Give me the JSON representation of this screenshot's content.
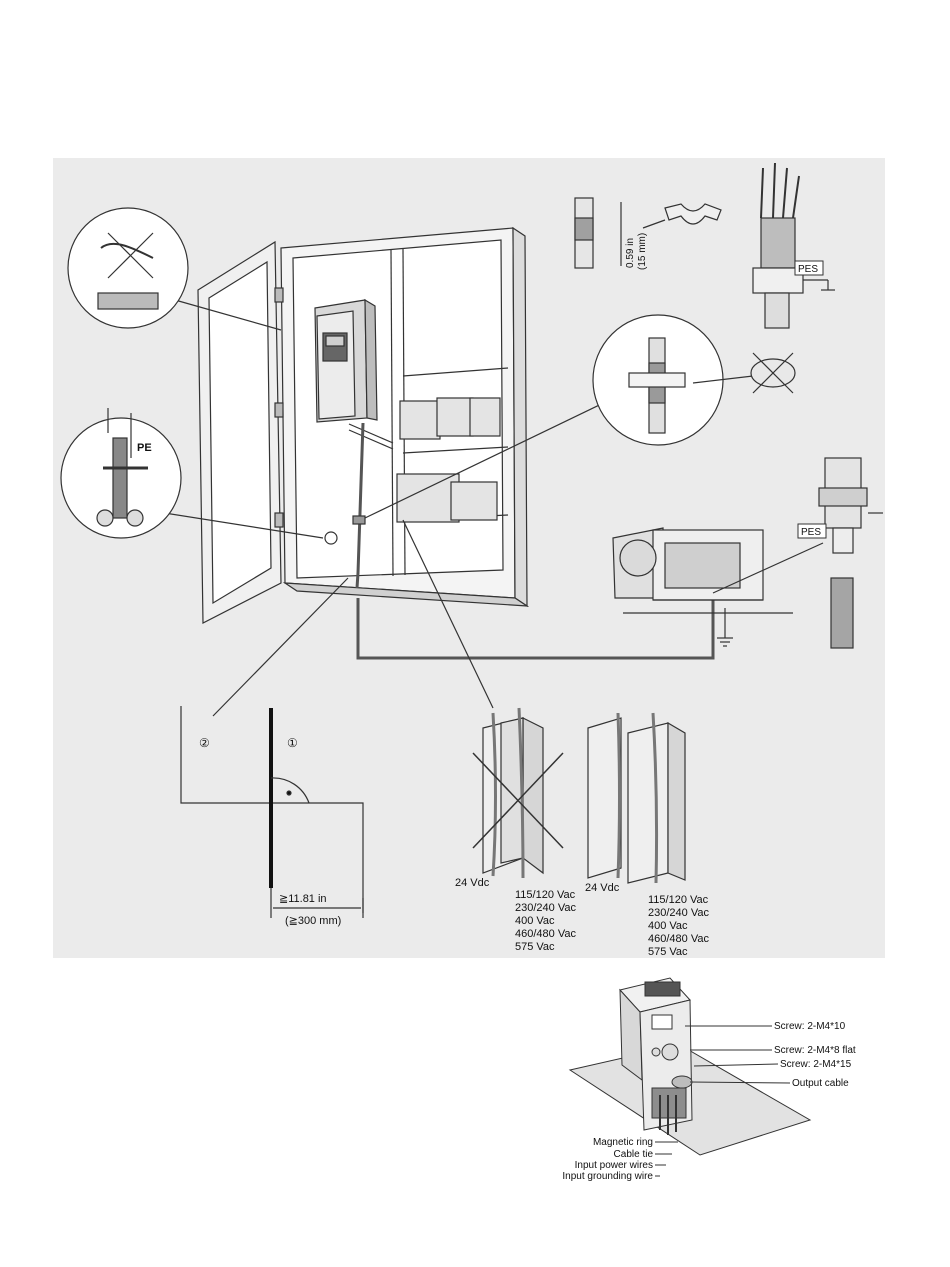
{
  "main_figure": {
    "callouts": {
      "ground_pe_label": "PE",
      "clamp_dimension_in": "0.59 in",
      "clamp_dimension_mm": "(15 mm)",
      "pes_label_top": "PES",
      "pes_label_gland": "PES"
    },
    "separation_detail": {
      "marker_1": "①",
      "marker_2": "②",
      "distance_in": "≧11.81 in",
      "distance_mm": "(≧300 mm)"
    },
    "cable_trays": {
      "wrong": {
        "low_voltage": "24 Vdc",
        "line_voltages": [
          "115/120 Vac",
          "230/240 Vac",
          "400 Vac",
          "460/480 Vac",
          "575 Vac"
        ]
      },
      "right": {
        "low_voltage": "24 Vdc",
        "line_voltages": [
          "115/120 Vac",
          "230/240 Vac",
          "400 Vac",
          "460/480 Vac",
          "575 Vac"
        ]
      }
    }
  },
  "install_figure": {
    "right_callouts": [
      "Screw: 2-M4*10",
      "Screw: 2-M4*8 flat",
      "Screw: 2-M4*15",
      "Output cable"
    ],
    "left_callouts": [
      "Magnetic ring",
      "Cable tie",
      "Input power wires",
      "Input grounding wire"
    ]
  }
}
